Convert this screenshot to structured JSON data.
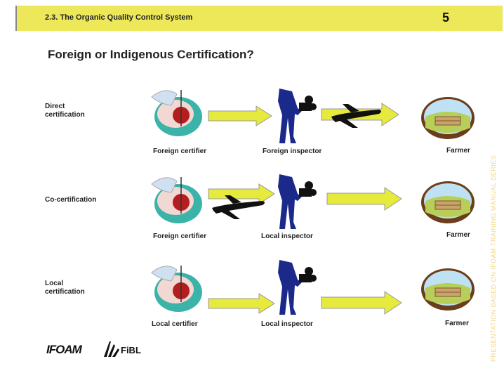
{
  "header": {
    "section": "2.3. The Organic Quality Control System",
    "page": "5"
  },
  "title": "Foreign or Indigenous Certification?",
  "rows": [
    {
      "label": "Direct\ncertification",
      "certifier": "Foreign certifier",
      "inspector": "Foreign inspector",
      "farmer": "Farmer"
    },
    {
      "label": "Co-certification",
      "certifier": "Foreign certifier",
      "inspector": "Local inspector",
      "farmer": "Farmer"
    },
    {
      "label": "Local\ncertification",
      "certifier": "Local certifier",
      "inspector": "Local inspector",
      "farmer": "Farmer"
    }
  ],
  "side_text": "PRESENTATION BASED ON IFOAM TRAINING MANUAL SERIES",
  "footer": {
    "logo1": "IFOAM",
    "logo2": "FiBL"
  },
  "colors": {
    "header_bg": "#ece85a",
    "arrow": "#e6ea3c",
    "inspector": "#1b2a8a",
    "side_text": "#f3d77a"
  },
  "icons": [
    "certifier-globe-icon",
    "inspector-camera-icon",
    "airplane-icon",
    "farm-icon"
  ]
}
